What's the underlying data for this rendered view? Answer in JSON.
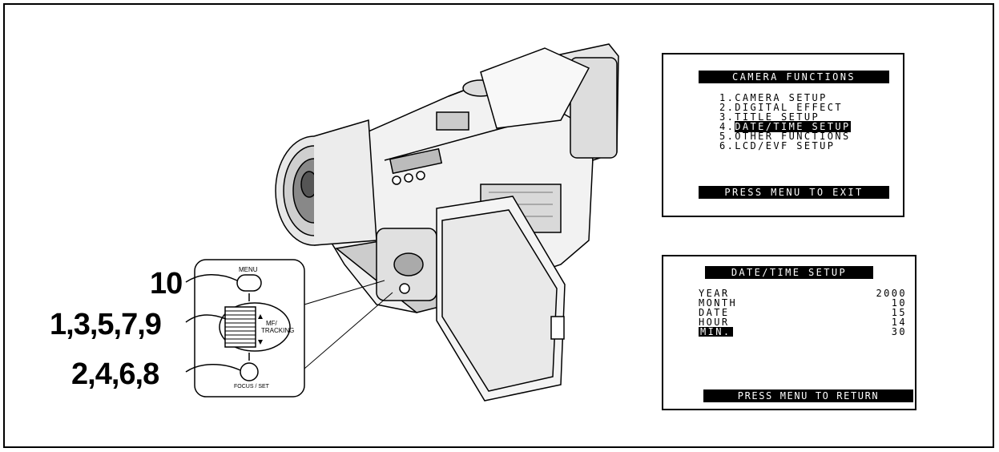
{
  "callouts": {
    "menu": "10",
    "dial": "1,3,5,7,9",
    "focus_set": "2,4,6,8"
  },
  "controls": {
    "menu_label": "MENU",
    "dial_label_line1": "MF/",
    "dial_label_line2": "TRACKING",
    "focus_set_label": "FOCUS / SET"
  },
  "camera_functions_screen": {
    "title": "CAMERA FUNCTIONS",
    "items": [
      {
        "num": "1.",
        "label": "CAMERA SETUP"
      },
      {
        "num": "2.",
        "label": "DIGITAL EFFECT"
      },
      {
        "num": "3.",
        "label": "TITLE SETUP"
      },
      {
        "num": "4.",
        "label": "DATE/TIME SETUP"
      },
      {
        "num": "5.",
        "label": "OTHER FUNCTIONS"
      },
      {
        "num": "6.",
        "label": "LCD/EVF SETUP"
      }
    ],
    "highlighted_item": 4,
    "footer": "PRESS MENU TO EXIT"
  },
  "date_time_screen": {
    "title": "DATE/TIME SETUP",
    "rows": [
      {
        "label": "YEAR",
        "value": "2000"
      },
      {
        "label": "MONTH",
        "value": "10"
      },
      {
        "label": "DATE",
        "value": "15"
      },
      {
        "label": "HOUR",
        "value": "14"
      },
      {
        "label": "MIN.",
        "value": "30"
      }
    ],
    "highlighted_row": "MIN.",
    "footer": "PRESS MENU TO RETURN"
  }
}
